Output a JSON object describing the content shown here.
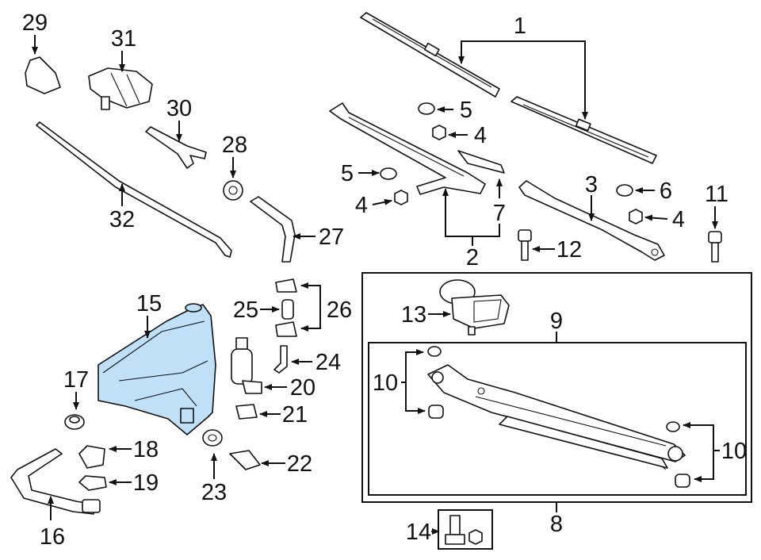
{
  "diagram": {
    "highlight_color": "#bfe0f7",
    "highlighted_part": "15",
    "callouts": [
      "1",
      "2",
      "3",
      "4",
      "5",
      "6",
      "7",
      "8",
      "9",
      "10",
      "11",
      "12",
      "13",
      "14",
      "15",
      "16",
      "17",
      "18",
      "19",
      "20",
      "21",
      "22",
      "23",
      "24",
      "25",
      "26",
      "27",
      "28",
      "29",
      "30",
      "31",
      "32"
    ]
  }
}
